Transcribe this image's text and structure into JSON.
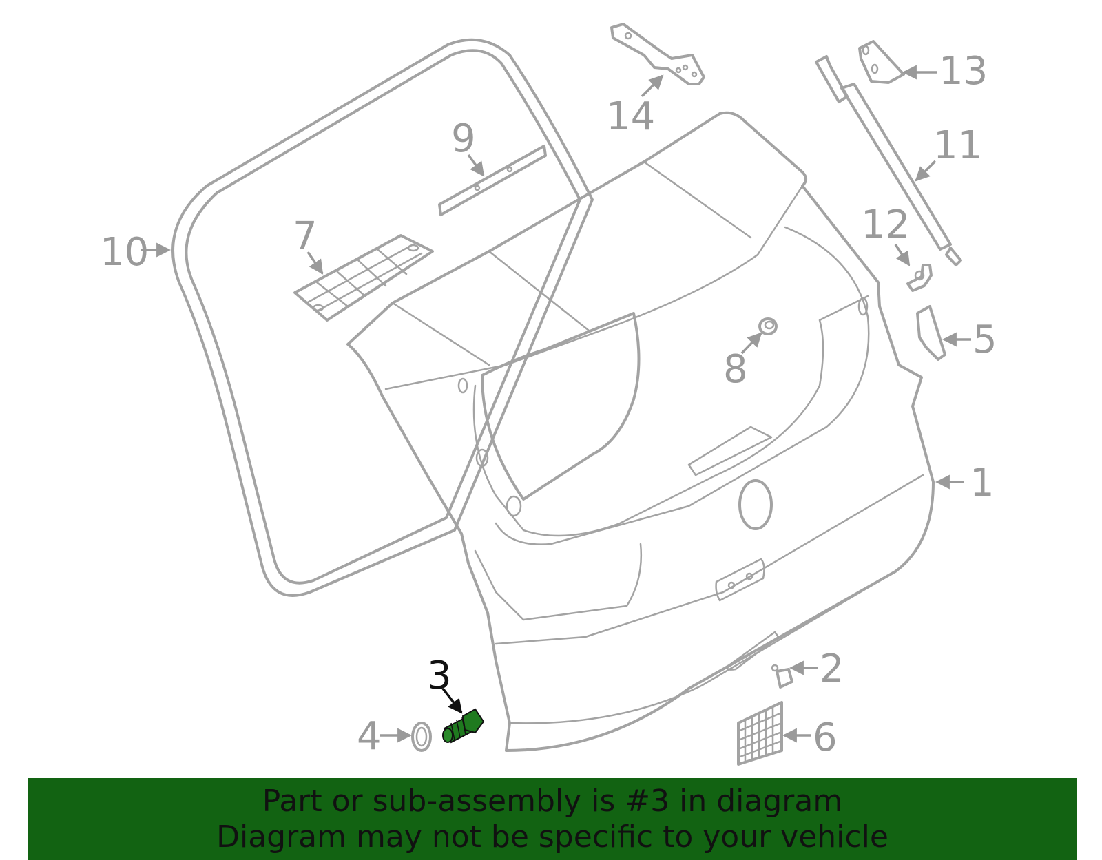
{
  "callouts": [
    {
      "id": "1",
      "label": "1"
    },
    {
      "id": "2",
      "label": "2"
    },
    {
      "id": "3",
      "label": "3",
      "highlighted": true
    },
    {
      "id": "4",
      "label": "4"
    },
    {
      "id": "5",
      "label": "5"
    },
    {
      "id": "6",
      "label": "6"
    },
    {
      "id": "7",
      "label": "7"
    },
    {
      "id": "8",
      "label": "8"
    },
    {
      "id": "9",
      "label": "9"
    },
    {
      "id": "10",
      "label": "10"
    },
    {
      "id": "11",
      "label": "11"
    },
    {
      "id": "12",
      "label": "12"
    },
    {
      "id": "13",
      "label": "13"
    },
    {
      "id": "14",
      "label": "14"
    }
  ],
  "banner": {
    "line1": "Part or sub-assembly is #3 in diagram",
    "line2": "Diagram may not be specific to your vehicle"
  },
  "colors": {
    "line_art": "#a3a3a3",
    "callout_text": "#9a9a9a",
    "highlight_part": "#1f7a1f",
    "highlight_text": "#111111",
    "banner_bg": "#126312"
  },
  "icons": {
    "arrow": "arrowhead"
  }
}
